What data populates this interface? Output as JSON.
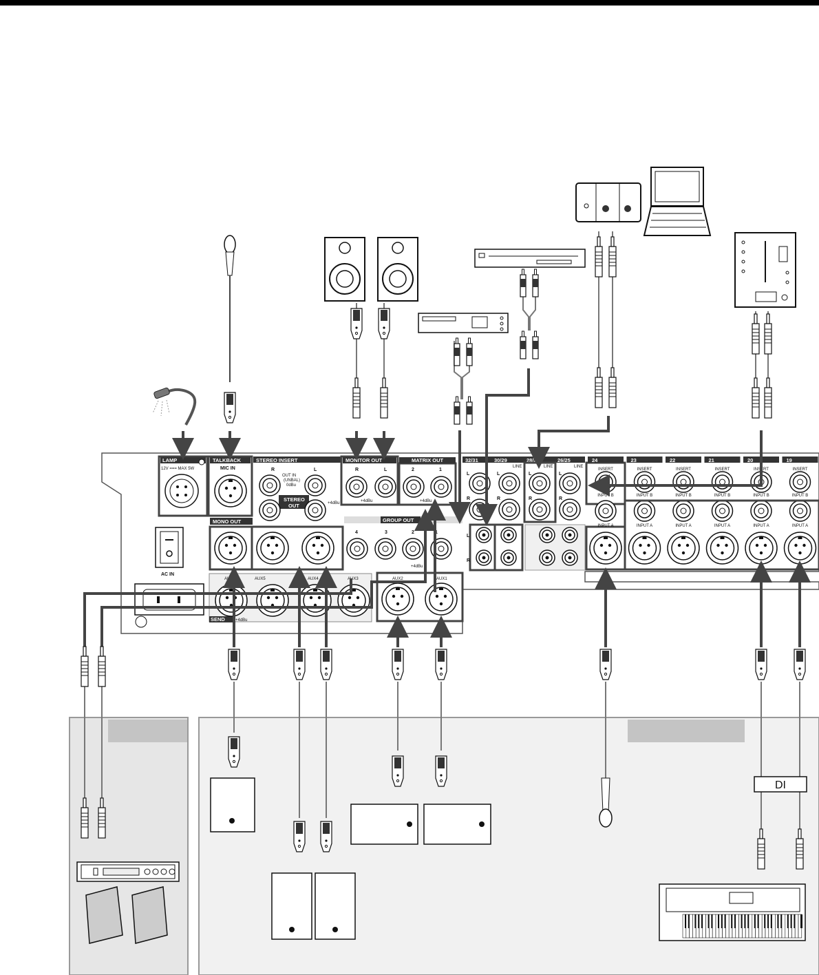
{
  "panel": {
    "lamp": "LAMP",
    "lamp_spec": "12V === MAX 5W",
    "talkback": "TALKBACK",
    "mic_in": "MIC IN",
    "stereo_insert": "STEREO INSERT",
    "insert_r": "R",
    "insert_l": "L",
    "out_in": "OUT IN",
    "unbal": "(UNBAL)",
    "odbu": "0dBu",
    "plus4_stereo": "+4dBu",
    "stereo_out": "STEREO",
    "stereo_out2": "OUT",
    "monitor_out": "MONITOR OUT",
    "mon_r": "R",
    "mon_l": "L",
    "mon_level": "+4dBu",
    "matrix_out": "MATRIX OUT",
    "mtx_2": "2",
    "mtx_1": "1",
    "mtx_level": "+4dBu",
    "mono_out": "MONO OUT",
    "group_out": "GROUP OUT",
    "grp_4": "4",
    "grp_3": "3",
    "grp_2": "2",
    "grp_1": "1",
    "grp_level": "+4dBu",
    "ac_in": "AC IN",
    "aux6": "AUX6",
    "aux5": "AUX5",
    "aux4": "AUX4",
    "aux3": "AUX3",
    "aux2": "AUX2",
    "aux1": "AUX1",
    "send": "SEND",
    "send_level": "+4dBu",
    "ch_32_31": "32/31",
    "ch_30_29": "30/29",
    "ch_28_27": "28/27",
    "ch_26_25": "26/25",
    "line": "LINE",
    "ch_l": "L",
    "ch_r": "R",
    "channels": [
      "24",
      "23",
      "22",
      "21",
      "20",
      "19"
    ],
    "insert": "INSERT",
    "input_b": "INPUT B",
    "input_a": "INPUT A"
  },
  "di_label": "DI"
}
